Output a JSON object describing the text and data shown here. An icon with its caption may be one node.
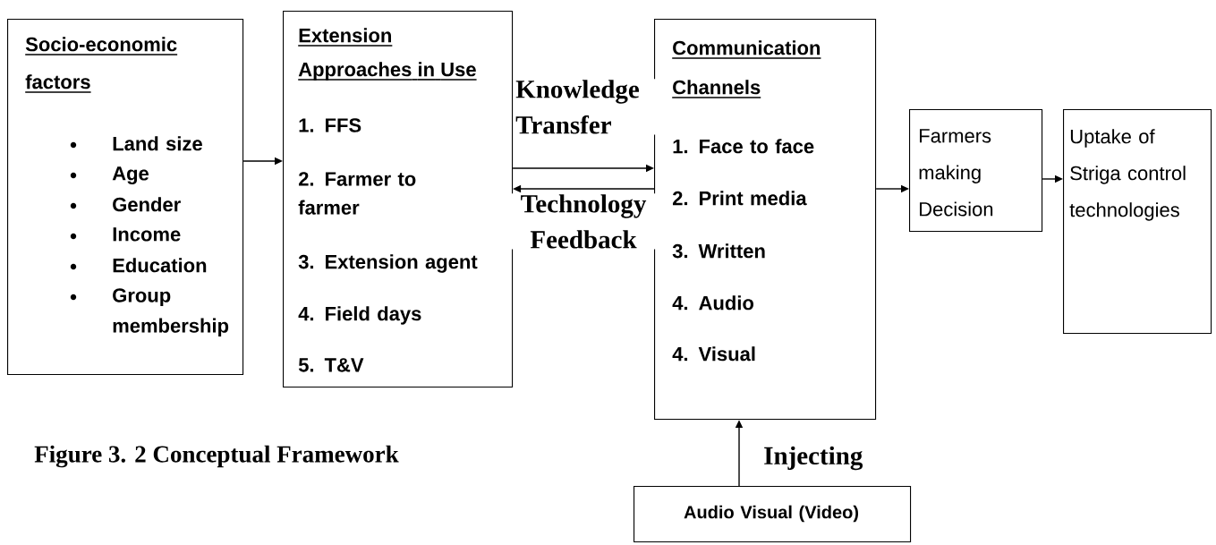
{
  "diagram": {
    "caption": "Figure 3. 2  Conceptual Framework",
    "nodes": [
      {
        "text": [
          "Socio-economic factors",
          "Land size",
          "Age",
          "Gender",
          "Income",
          "Education",
          "Group membership"
        ]
      },
      {
        "text": [
          "Extension Approaches in Use",
          "1. FFS",
          "2. Farmer to farmer",
          "3. Extension agent",
          "4. Field days",
          "5. T&V"
        ]
      },
      {
        "text": [
          "Communication Channels",
          "1. Face to face",
          "2. Print media",
          "3. Written",
          "4. Audio",
          "4. Visual"
        ]
      },
      {
        "text": [
          "Farmers making Decision"
        ]
      },
      {
        "text": [
          "Uptake of Striga control technologies"
        ]
      },
      {
        "text": [
          "Audio Visual (Video)"
        ]
      }
    ],
    "edges": [
      {
        "from": 0,
        "to": 1,
        "arrow": "to"
      },
      {
        "from": 1,
        "to": 2,
        "arrow": "to",
        "label": "Knowledge Transfer"
      },
      {
        "from": 2,
        "to": 1,
        "arrow": "to",
        "label": "Technology Feedback"
      },
      {
        "from": 2,
        "to": 3,
        "arrow": "to"
      },
      {
        "from": 3,
        "to": 4,
        "arrow": "to"
      },
      {
        "from": 5,
        "to": 2,
        "arrow": "to",
        "label": "Injecting"
      }
    ]
  }
}
